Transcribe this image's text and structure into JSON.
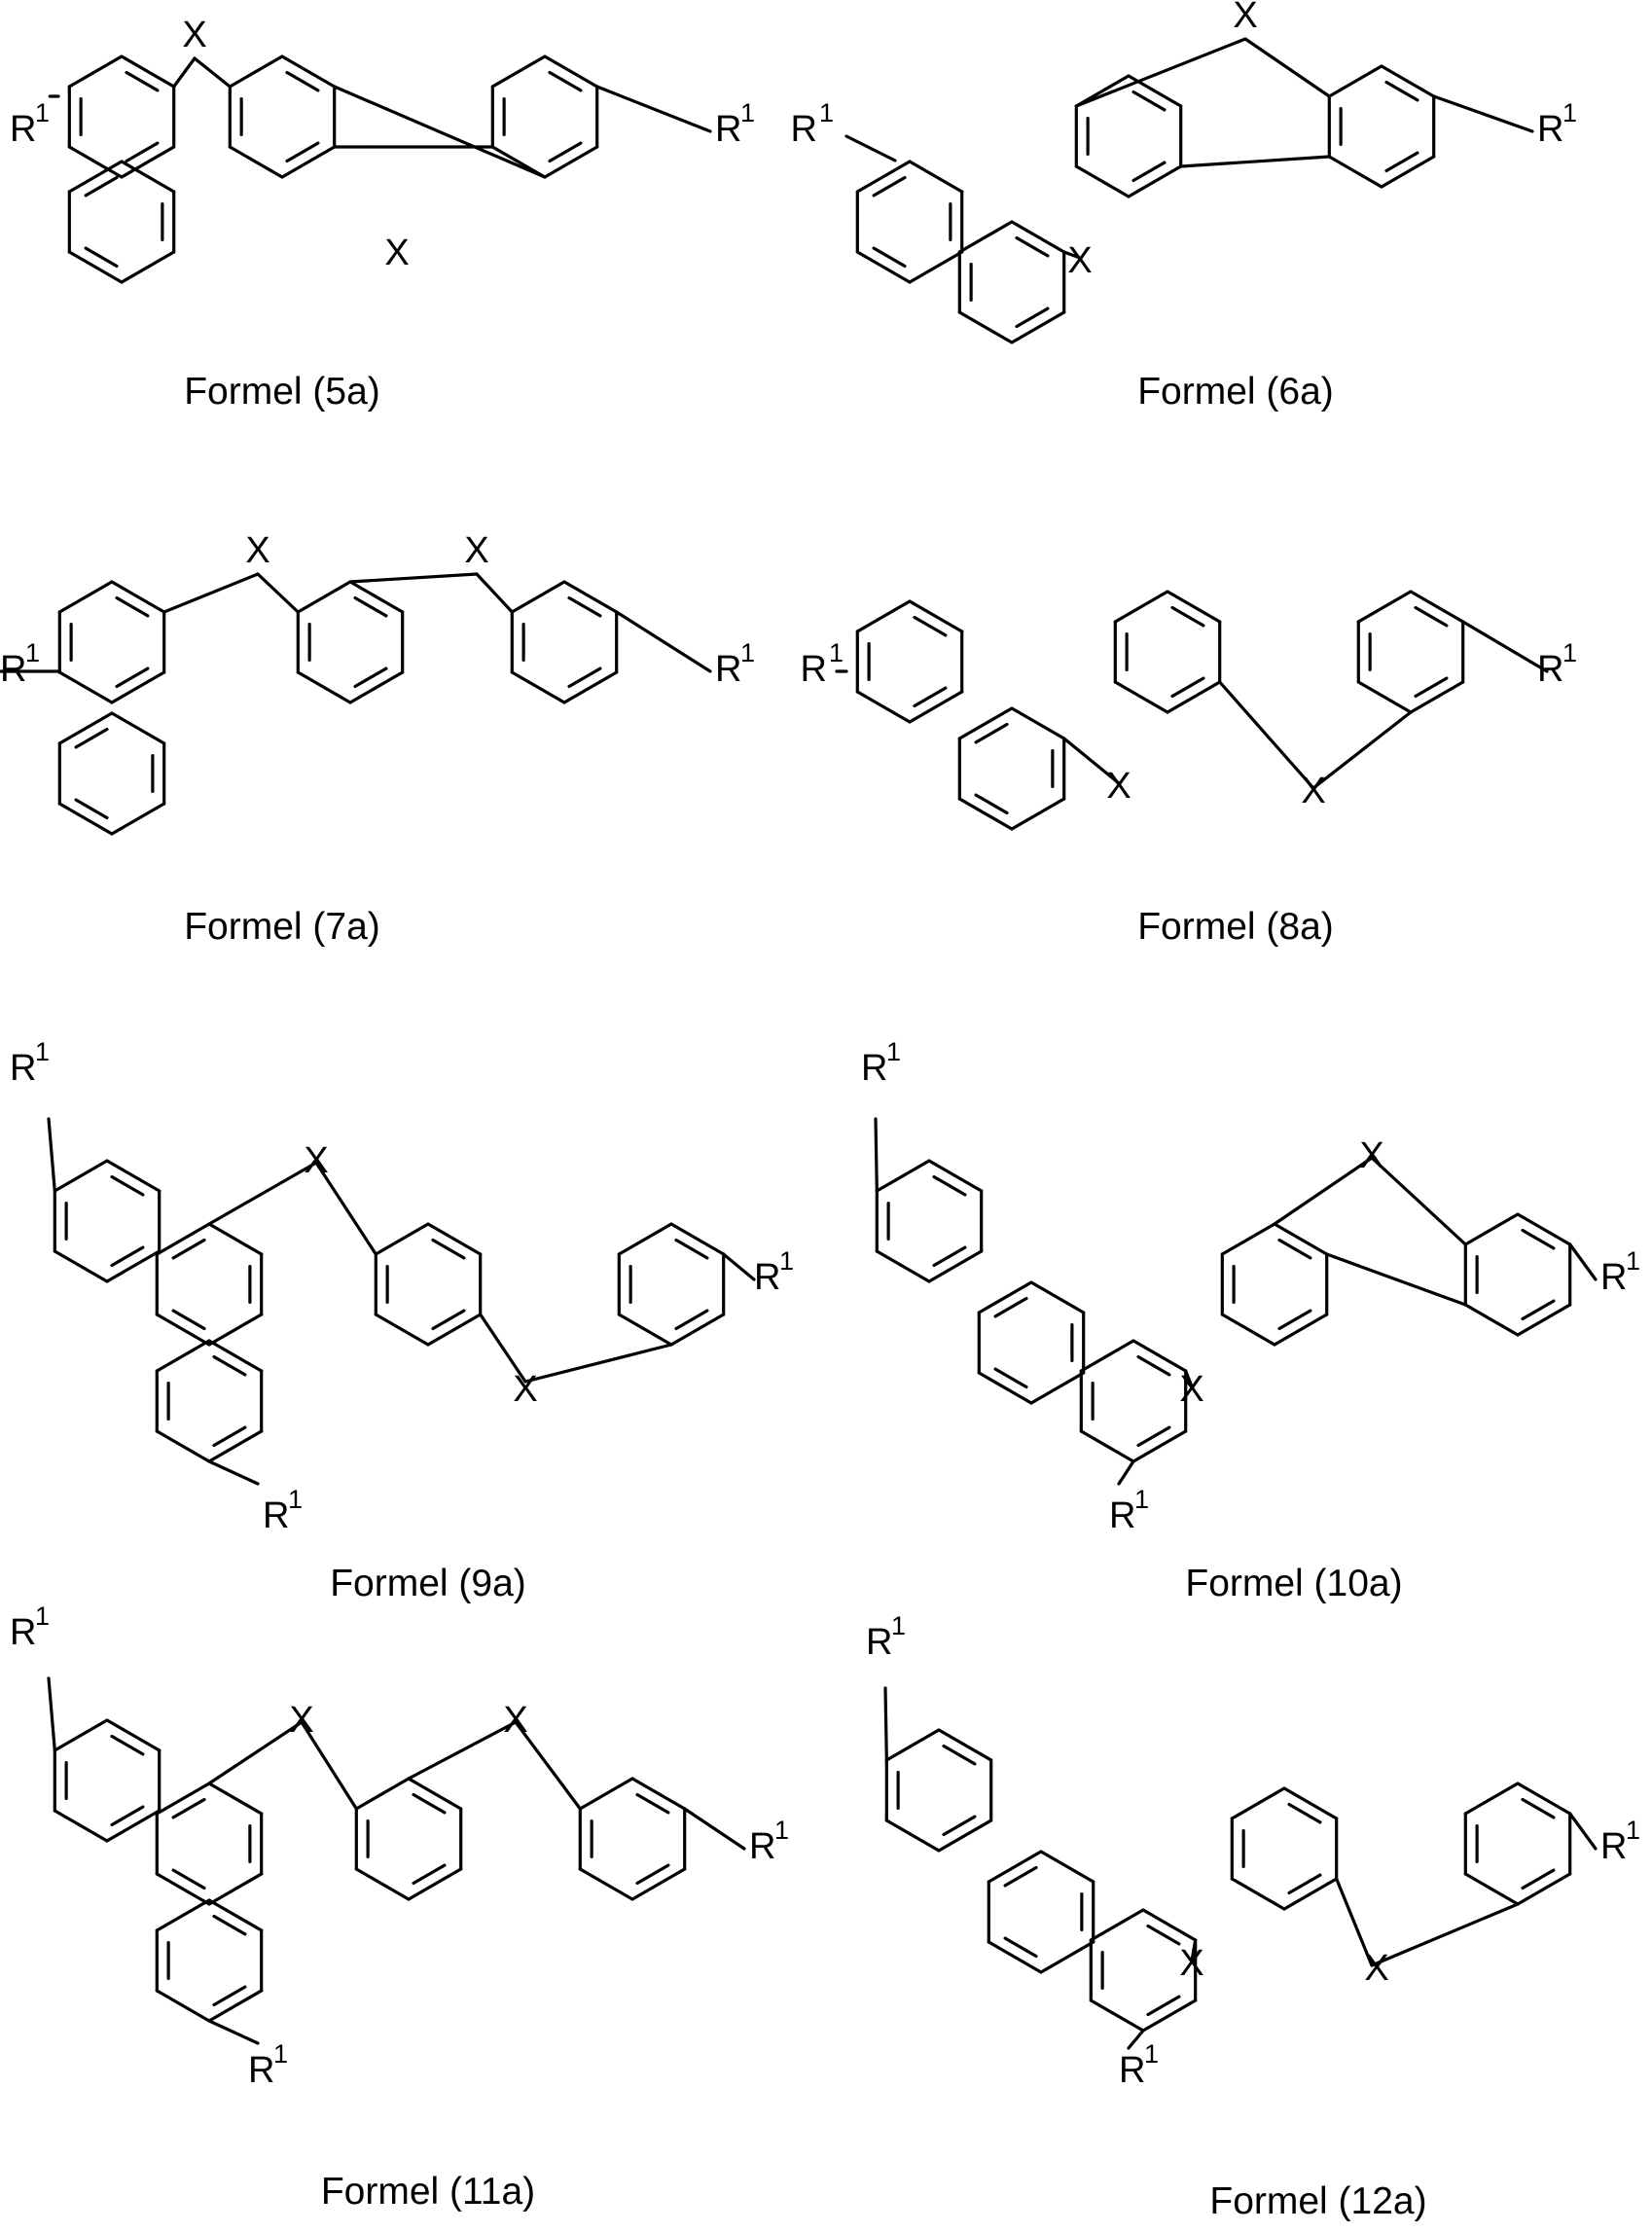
{
  "figure": {
    "formulas": [
      {
        "id": "5a",
        "caption": "Formel (5a)",
        "heteroatom": "X",
        "substituent": "R",
        "superscript": "1"
      },
      {
        "id": "6a",
        "caption": "Formel (6a)",
        "heteroatom": "X",
        "substituent": "R",
        "superscript": "1"
      },
      {
        "id": "7a",
        "caption": "Formel (7a)",
        "heteroatom": "X",
        "substituent": "R",
        "superscript": "1"
      },
      {
        "id": "8a",
        "caption": "Formel (8a)",
        "heteroatom": "X",
        "substituent": "R",
        "superscript": "1"
      },
      {
        "id": "9a",
        "caption": "Formel (9a)",
        "heteroatom": "X",
        "substituent": "R",
        "superscript": "1"
      },
      {
        "id": "10a",
        "caption": "Formel (10a)",
        "heteroatom": "X",
        "substituent": "R",
        "superscript": "1"
      },
      {
        "id": "11a",
        "caption": "Formel (11a)",
        "heteroatom": "X",
        "substituent": "R",
        "superscript": "1"
      },
      {
        "id": "12a",
        "caption": "Formel (12a)",
        "heteroatom": "X",
        "substituent": "R",
        "superscript": "1"
      }
    ]
  },
  "colors": {
    "ink": "#000000",
    "background": "#ffffff"
  }
}
